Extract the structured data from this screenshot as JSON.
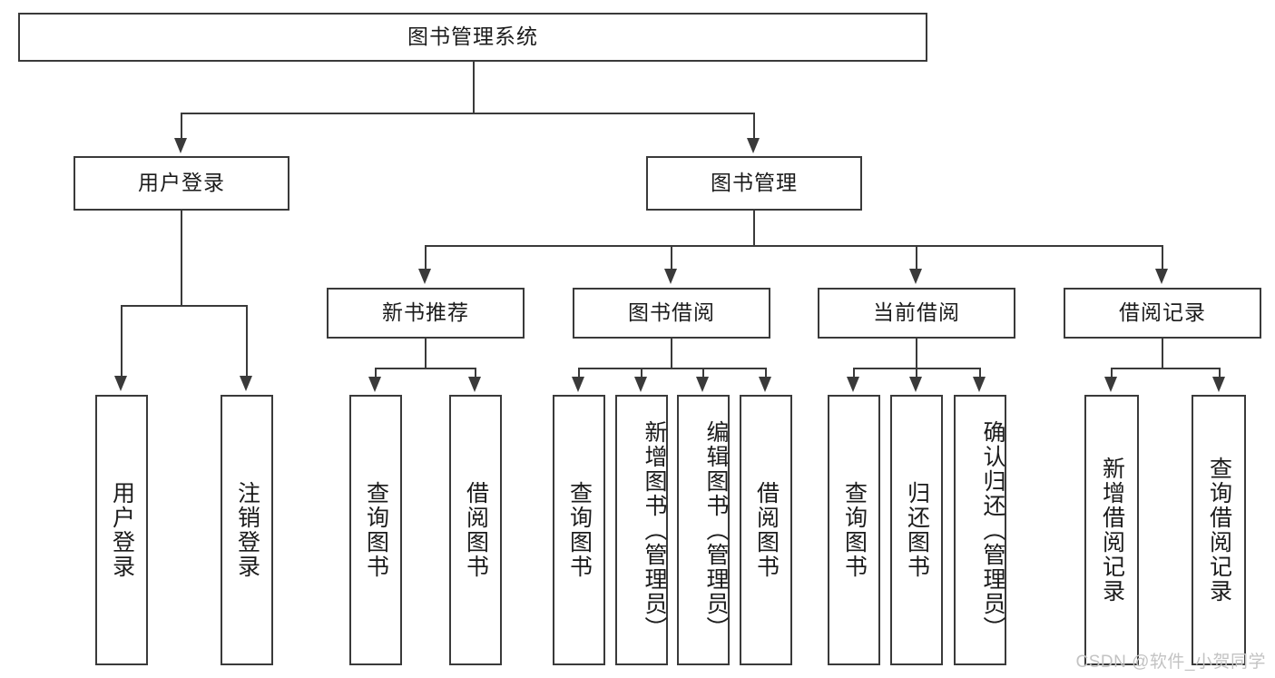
{
  "diagram": {
    "type": "tree-hierarchy",
    "title": "图书管理系统",
    "watermark": "CSDN @软件_小贺同学",
    "colors": {
      "stroke": "#3a3a3a",
      "fill": "#ffffff",
      "text": "#1b1b1b",
      "watermark": "#c3c3c3"
    },
    "root": {
      "label": "图书管理系统"
    },
    "level2": [
      {
        "id": "user-login",
        "label": "用户登录"
      },
      {
        "id": "book-management",
        "label": "图书管理"
      }
    ],
    "level3": [
      {
        "id": "new-book-recommend",
        "label": "新书推荐"
      },
      {
        "id": "book-borrow",
        "label": "图书借阅"
      },
      {
        "id": "current-borrow",
        "label": "当前借阅"
      },
      {
        "id": "borrow-record",
        "label": "借阅记录"
      }
    ],
    "leaves": {
      "user_login": [
        {
          "id": "leaf-user-login",
          "label": "用户登录"
        },
        {
          "id": "leaf-logout-login",
          "label": "注销登录"
        }
      ],
      "new_book_recommend": [
        {
          "id": "leaf-query-book-1",
          "label": "查询图书"
        },
        {
          "id": "leaf-borrow-book-1",
          "label": "借阅图书"
        }
      ],
      "book_borrow": [
        {
          "id": "leaf-query-book-2",
          "label": "查询图书"
        },
        {
          "id": "leaf-add-book",
          "label": "新增图书（管理员）"
        },
        {
          "id": "leaf-edit-book",
          "label": "编辑图书（管理员）"
        },
        {
          "id": "leaf-borrow-book-2",
          "label": "借阅图书"
        }
      ],
      "current_borrow": [
        {
          "id": "leaf-query-book-3",
          "label": "查询图书"
        },
        {
          "id": "leaf-return-book",
          "label": "归还图书"
        },
        {
          "id": "leaf-confirm-return",
          "label": "确认归还（管理员）"
        }
      ],
      "borrow_record": [
        {
          "id": "leaf-add-record",
          "label": "新增借阅记录"
        },
        {
          "id": "leaf-query-record",
          "label": "查询借阅记录"
        }
      ]
    }
  }
}
